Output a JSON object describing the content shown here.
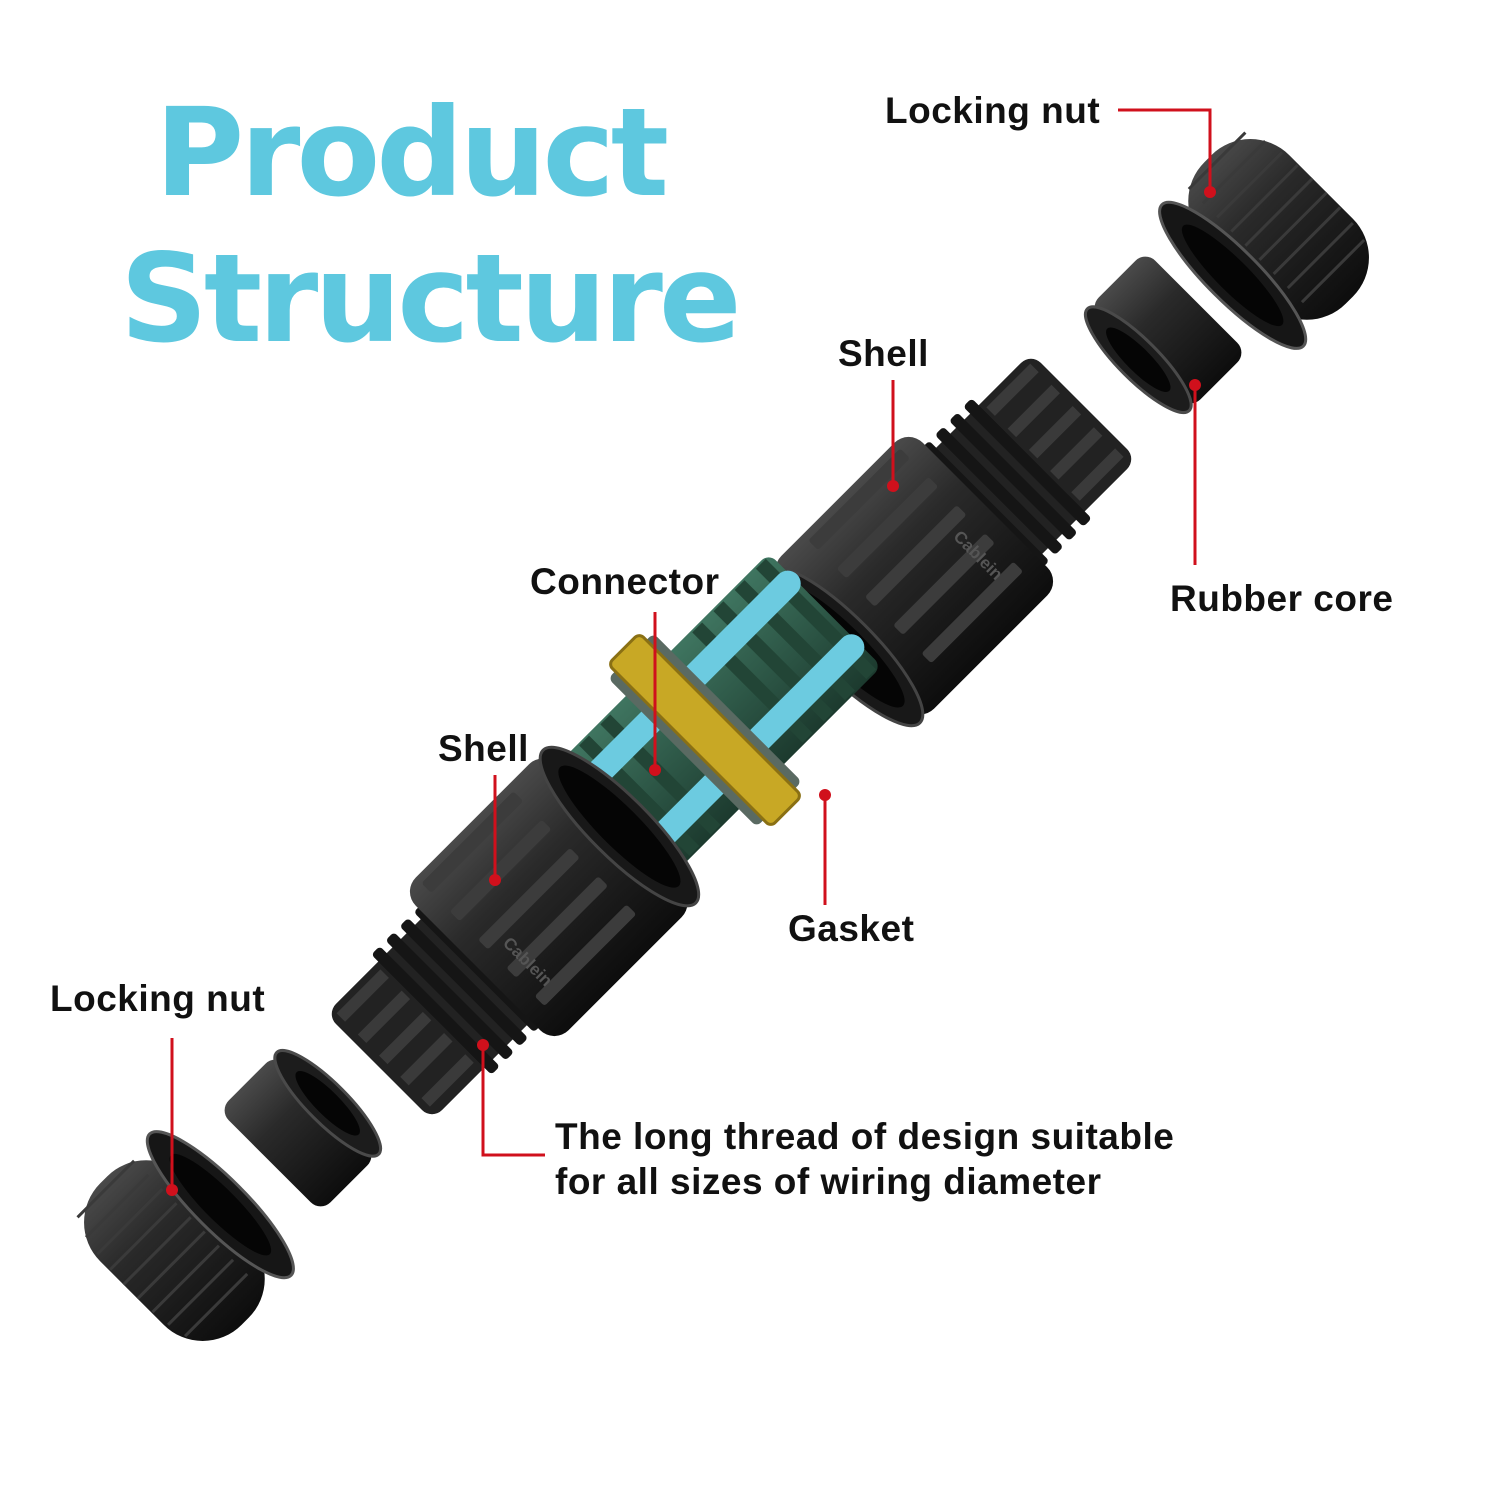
{
  "title": {
    "line1": "Product",
    "line2": "Structure"
  },
  "labels": {
    "locking_nut_top": "Locking nut",
    "shell_top": "Shell",
    "rubber_core": "Rubber core",
    "connector": "Connector",
    "shell_bottom": "Shell",
    "gasket": "Gasket",
    "locking_nut_bottom": "Locking nut",
    "thread_line1": "The long thread of design suitable",
    "thread_line2": "for all sizes of wiring diameter"
  },
  "brand_mark": "Cablein",
  "colors": {
    "title": "#5ec8df",
    "leader": "#d0101c",
    "part_body": "#1f1f1f",
    "connector_body": "#2d5a47",
    "connector_pins": "#6ccbe0",
    "gasket": "#c8a825"
  }
}
